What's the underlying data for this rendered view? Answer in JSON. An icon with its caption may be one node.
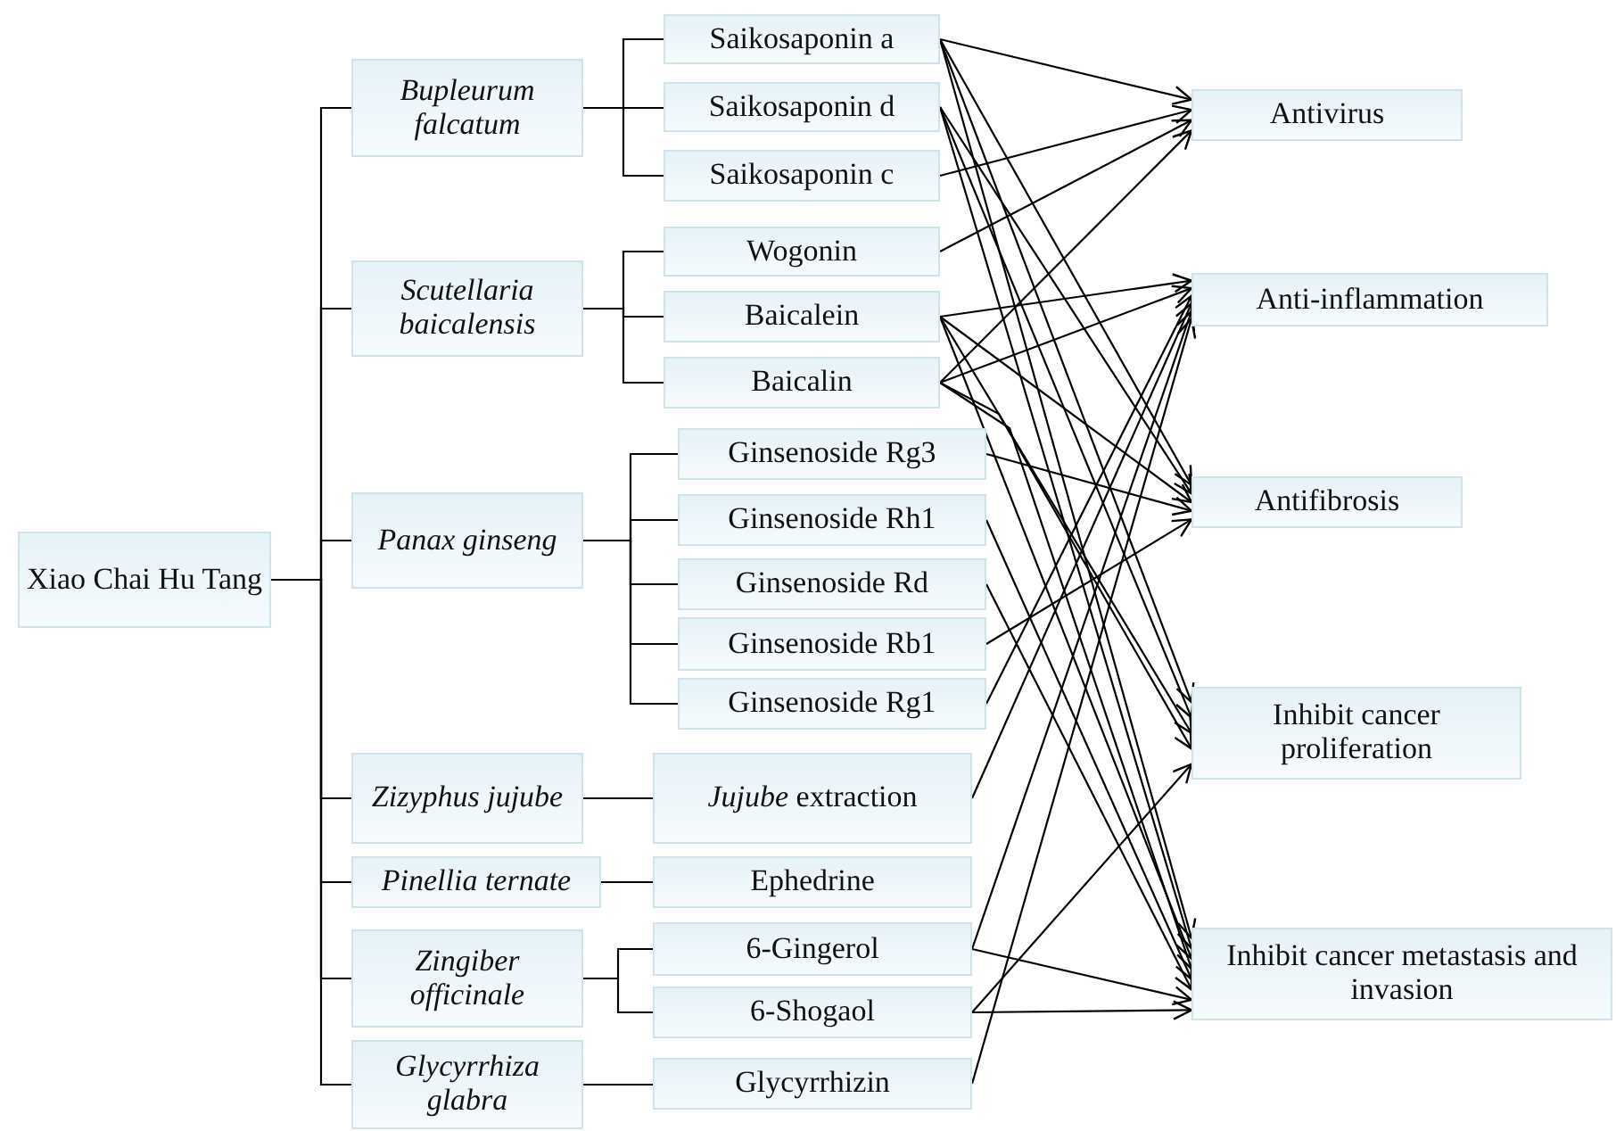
{
  "diagram": {
    "nodes": [
      {
        "text": [
          "Xiao Chai Hu Tang"
        ]
      },
      {
        "text": [
          "Bupleurum falcatum"
        ]
      },
      {
        "text": [
          "Saikosaponin a"
        ]
      },
      {
        "text": [
          "Saikosaponin d"
        ]
      },
      {
        "text": [
          "Saikosaponin c"
        ]
      },
      {
        "text": [
          "Scutellaria baicalensis"
        ]
      },
      {
        "text": [
          "Wogonin"
        ]
      },
      {
        "text": [
          "Baicalein"
        ]
      },
      {
        "text": [
          "Baicalin"
        ]
      },
      {
        "text": [
          "Panax ginseng"
        ]
      },
      {
        "text": [
          "Ginsenoside Rg3"
        ]
      },
      {
        "text": [
          "Ginsenoside Rh1"
        ]
      },
      {
        "text": [
          "Ginsenoside Rd"
        ]
      },
      {
        "text": [
          "Ginsenoside Rb1"
        ]
      },
      {
        "text": [
          "Ginsenoside Rg1"
        ]
      },
      {
        "text": [
          "Zizyphus jujube"
        ]
      },
      {
        "text": [
          "*Jujube* extraction"
        ]
      },
      {
        "text": [
          "Pinellia ternate"
        ]
      },
      {
        "text": [
          "Ephedrine"
        ]
      },
      {
        "text": [
          "Zingiber officinale"
        ]
      },
      {
        "text": [
          "6-Gingerol"
        ]
      },
      {
        "text": [
          "6-Shogaol"
        ]
      },
      {
        "text": [
          "Glycyrrhiza glabra"
        ]
      },
      {
        "text": [
          "Glycyrrhizin"
        ]
      },
      {
        "text": [
          "Antivirus"
        ]
      },
      {
        "text": [
          "Anti-inflammation"
        ]
      },
      {
        "text": [
          "Antifibrosis"
        ]
      },
      {
        "text": [
          "Inhibit cancer proliferation"
        ]
      },
      {
        "text": [
          "Inhibit cancer metastasis and invasion"
        ]
      }
    ],
    "edges": [
      {
        "from": 0,
        "to": 1,
        "arrow": "none"
      },
      {
        "from": 0,
        "to": 5,
        "arrow": "none"
      },
      {
        "from": 0,
        "to": 9,
        "arrow": "none"
      },
      {
        "from": 0,
        "to": 15,
        "arrow": "none"
      },
      {
        "from": 0,
        "to": 17,
        "arrow": "none"
      },
      {
        "from": 0,
        "to": 19,
        "arrow": "none"
      },
      {
        "from": 0,
        "to": 22,
        "arrow": "none"
      },
      {
        "from": 1,
        "to": 2,
        "arrow": "none"
      },
      {
        "from": 1,
        "to": 3,
        "arrow": "none"
      },
      {
        "from": 1,
        "to": 4,
        "arrow": "none"
      },
      {
        "from": 5,
        "to": 6,
        "arrow": "none"
      },
      {
        "from": 5,
        "to": 7,
        "arrow": "none"
      },
      {
        "from": 5,
        "to": 8,
        "arrow": "none"
      },
      {
        "from": 9,
        "to": 10,
        "arrow": "none"
      },
      {
        "from": 9,
        "to": 11,
        "arrow": "none"
      },
      {
        "from": 9,
        "to": 12,
        "arrow": "none"
      },
      {
        "from": 9,
        "to": 13,
        "arrow": "none"
      },
      {
        "from": 9,
        "to": 14,
        "arrow": "none"
      },
      {
        "from": 15,
        "to": 16,
        "arrow": "none"
      },
      {
        "from": 17,
        "to": 18,
        "arrow": "none"
      },
      {
        "from": 19,
        "to": 20,
        "arrow": "none"
      },
      {
        "from": 19,
        "to": 21,
        "arrow": "none"
      },
      {
        "from": 22,
        "to": 23,
        "arrow": "none"
      },
      {
        "from": 2,
        "to": 24,
        "arrow": "to"
      },
      {
        "from": 2,
        "to": 26,
        "arrow": "to"
      },
      {
        "from": 2,
        "to": 27,
        "arrow": "to"
      },
      {
        "from": 2,
        "to": 28,
        "arrow": "to"
      },
      {
        "from": 3,
        "to": 26,
        "arrow": "to"
      },
      {
        "from": 3,
        "to": 27,
        "arrow": "to"
      },
      {
        "from": 3,
        "to": 28,
        "arrow": "to"
      },
      {
        "from": 4,
        "to": 24,
        "arrow": "to"
      },
      {
        "from": 6,
        "to": 24,
        "arrow": "to"
      },
      {
        "from": 7,
        "to": 25,
        "arrow": "to"
      },
      {
        "from": 7,
        "to": 26,
        "arrow": "to"
      },
      {
        "from": 7,
        "to": 27,
        "arrow": "to"
      },
      {
        "from": 7,
        "to": 28,
        "arrow": "to"
      },
      {
        "from": 8,
        "to": 24,
        "arrow": "to"
      },
      {
        "from": 8,
        "to": 25,
        "arrow": "to"
      },
      {
        "from": 8,
        "to": 27,
        "arrow": "to"
      },
      {
        "from": 8,
        "to": 28,
        "arrow": "to"
      },
      {
        "from": 10,
        "to": 26,
        "arrow": "to"
      },
      {
        "from": 11,
        "to": 28,
        "arrow": "to"
      },
      {
        "from": 12,
        "to": 28,
        "arrow": "to"
      },
      {
        "from": 13,
        "to": 26,
        "arrow": "to"
      },
      {
        "from": 14,
        "to": 25,
        "arrow": "to"
      },
      {
        "from": 16,
        "to": 25,
        "arrow": "to"
      },
      {
        "from": 20,
        "to": 25,
        "arrow": "to"
      },
      {
        "from": 20,
        "to": 28,
        "arrow": "to"
      },
      {
        "from": 21,
        "to": 27,
        "arrow": "to"
      },
      {
        "from": 21,
        "to": 28,
        "arrow": "to"
      },
      {
        "from": 23,
        "to": 25,
        "arrow": "to"
      }
    ]
  }
}
